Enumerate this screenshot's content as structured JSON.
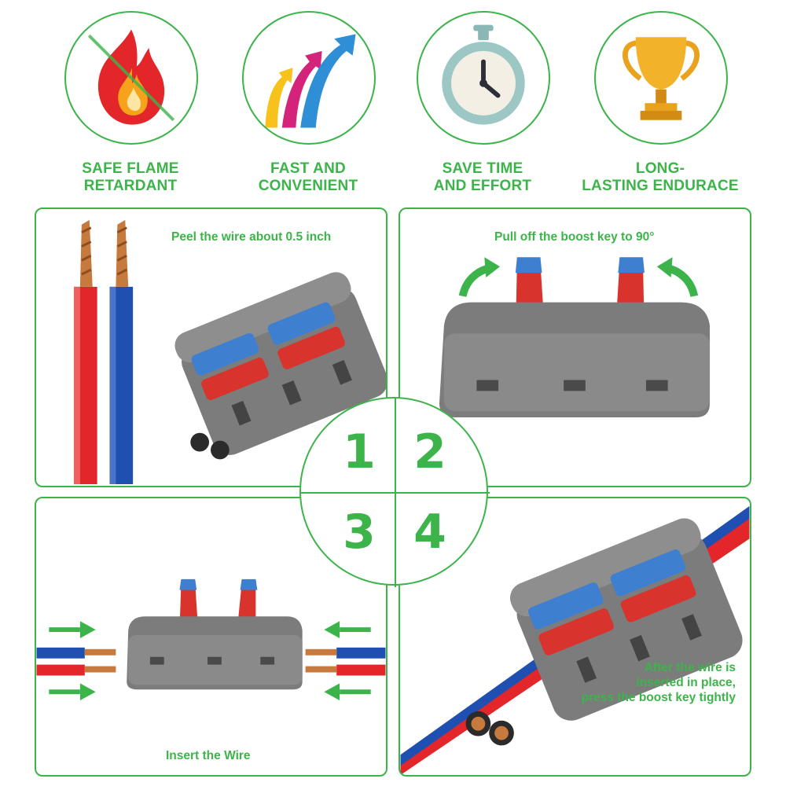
{
  "features": [
    {
      "icon": "no-flame-icon",
      "lines": [
        "SAFE FLAME",
        "RETARDANT"
      ]
    },
    {
      "icon": "rising-arrows-icon",
      "lines": [
        "FAST AND",
        "CONVENIENT"
      ]
    },
    {
      "icon": "stopwatch-icon",
      "lines": [
        "SAVE TIME",
        "AND EFFORT"
      ]
    },
    {
      "icon": "trophy-icon",
      "lines": [
        "LONG-",
        "LASTING ENDURACE"
      ]
    }
  ],
  "steps": {
    "step1": {
      "number": "1",
      "caption": "Peel the wire about 0.5 inch"
    },
    "step2": {
      "number": "2",
      "caption": "Pull off the boost key to 90°"
    },
    "step3": {
      "number": "3",
      "caption": "Insert the Wire"
    },
    "step4": {
      "number": "4",
      "caption_lines": [
        "After the wire is",
        "inserted in place,",
        "press the boost key tightly"
      ]
    }
  },
  "colors": {
    "accent_green": "#3cb44a",
    "wire_red": "#e3262a",
    "wire_blue": "#1f4fb0",
    "connector_gray": "#7c7c7c",
    "copper": "#c77a3d"
  }
}
